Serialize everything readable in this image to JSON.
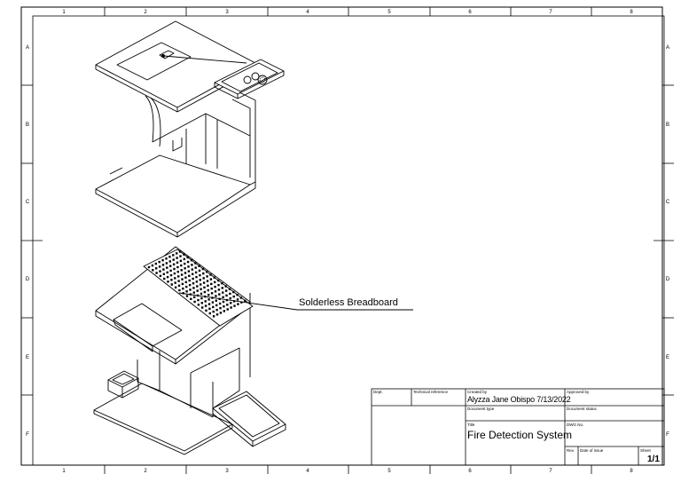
{
  "drawing": {
    "zones_top": [
      "1",
      "2",
      "3",
      "4",
      "5",
      "6",
      "7",
      "8"
    ],
    "zones_side": [
      "A",
      "B",
      "C",
      "D",
      "E",
      "F"
    ],
    "callout": "Solderless Breadboard"
  },
  "title_block": {
    "dept_label": "Dept.",
    "tech_ref_label": "Technical reference",
    "created_by_label": "Created by",
    "created_by": "Alyzza Jane Obispo 7/13/2022",
    "approved_by_label": "Approved by",
    "doc_type_label": "Document type",
    "doc_status_label": "Document status",
    "title_label": "Title",
    "title": "Fire Detection System",
    "dwg_no_label": "DWG No.",
    "rev_label": "Rev.",
    "date_label": "Date of issue",
    "sheet_label": "Sheet",
    "sheet": "1/1"
  }
}
